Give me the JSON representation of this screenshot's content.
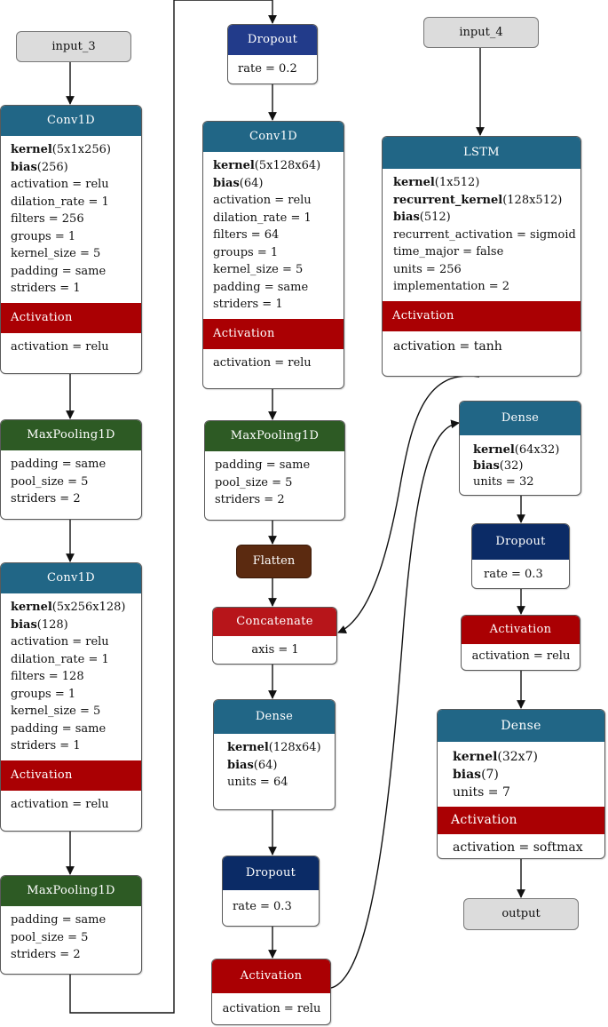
{
  "nodes": {
    "input_3": {
      "label": "input_3"
    },
    "conv1": {
      "title": "Conv1D",
      "kernel_label": "kernel",
      "kernel_val": "(5x1x256)",
      "bias_label": "bias",
      "bias_val": "(256)",
      "params": [
        "activation = relu",
        "dilation_rate = 1",
        "filters = 256",
        "groups = 1",
        "kernel_size = 5",
        "padding = same",
        "striders = 1"
      ],
      "act_title": "Activation",
      "act_param": "activation = relu"
    },
    "pool1": {
      "title": "MaxPooling1D",
      "params": [
        "padding = same",
        "pool_size = 5",
        "striders = 2"
      ]
    },
    "conv2": {
      "title": "Conv1D",
      "kernel_label": "kernel",
      "kernel_val": "(5x256x128)",
      "bias_label": "bias",
      "bias_val": "(128)",
      "params": [
        "activation = relu",
        "dilation_rate = 1",
        "filters = 128",
        "groups = 1",
        "kernel_size = 5",
        "padding = same",
        "striders = 1"
      ],
      "act_title": "Activation",
      "act_param": "activation = relu"
    },
    "pool2": {
      "title": "MaxPooling1D",
      "params": [
        "padding = same",
        "pool_size = 5",
        "striders = 2"
      ]
    },
    "drop1": {
      "title": "Dropout",
      "param": "rate = 0.2"
    },
    "conv3": {
      "title": "Conv1D",
      "kernel_label": "kernel",
      "kernel_val": "(5x128x64)",
      "bias_label": "bias",
      "bias_val": "(64)",
      "params": [
        "activation = relu",
        "dilation_rate = 1",
        "filters =  64",
        "groups = 1",
        "kernel_size = 5",
        "padding = same",
        "striders = 1"
      ],
      "act_title": "Activation",
      "act_param": "activation = relu"
    },
    "pool3": {
      "title": "MaxPooling1D",
      "params": [
        "padding = same",
        "pool_size = 5",
        "striders = 2"
      ]
    },
    "flatten": {
      "label": "Flatten"
    },
    "concat": {
      "title": "Concatenate",
      "param": "axis = 1"
    },
    "dense1": {
      "title": "Dense",
      "kernel_label": "kernel",
      "kernel_val": "(128x64)",
      "bias_label": "bias",
      "bias_val": "(64)",
      "units": "units = 64"
    },
    "drop2": {
      "title": "Dropout",
      "param": "rate = 0.3"
    },
    "act_mid": {
      "title": "Activation",
      "param": "activation = relu"
    },
    "input_4": {
      "label": "input_4"
    },
    "lstm": {
      "title": "LSTM",
      "kernel_label": "kernel",
      "kernel_val": "(1x512)",
      "rk_label": "recurrent_kernel",
      "rk_val": "(128x512)",
      "bias_label": "bias",
      "bias_val": "(512)",
      "params": [
        "recurrent_activation = sigmoid",
        "time_major = false",
        "units = 256",
        "implementation = 2"
      ],
      "act_title": "Activation",
      "act_param": "activation = tanh"
    },
    "dense2": {
      "title": "Dense",
      "kernel_label": "kernel",
      "kernel_val": "(64x32)",
      "bias_label": "bias",
      "bias_val": "(32)",
      "units": "units = 32"
    },
    "drop3": {
      "title": "Dropout",
      "param": "rate = 0.3"
    },
    "act_r": {
      "title": "Activation",
      "param": "activation = relu"
    },
    "dense3": {
      "title": "Dense",
      "kernel_label": "kernel",
      "kernel_val": "(32x7)",
      "bias_label": "bias",
      "bias_val": "(7)",
      "units": "units = 7",
      "act_title": "Activation",
      "act_param": "activation = softmax"
    },
    "output": {
      "label": "output"
    }
  },
  "colors": {
    "dense_blue": "#216686",
    "activation_red": "#aa0003",
    "pooling_green": "#2d5a24",
    "dropout_navy": "#0b2b66",
    "flatten_brown": "#5b2a10",
    "input_gray": "#dcdcdc"
  }
}
